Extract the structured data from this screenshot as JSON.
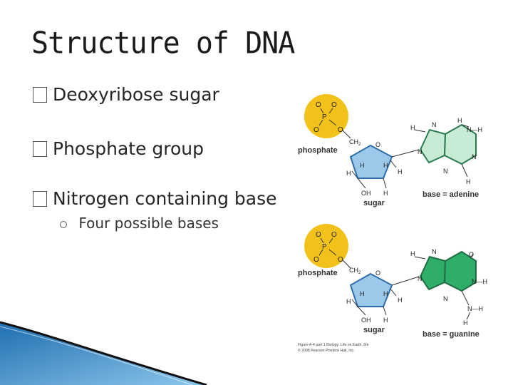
{
  "slide": {
    "title": "Structure of DNA",
    "bullets": [
      {
        "label": "Deoxyribose sugar"
      },
      {
        "label": "Phosphate group"
      },
      {
        "label": "Nitrogen containing base"
      }
    ],
    "sub_bullet": "Four possible bases"
  },
  "figure": {
    "phosphate_label": "phosphate",
    "sugar_label": "sugar",
    "base1_label": "base = adenine",
    "base2_label": "base = guanine",
    "caption_line1": "Figure A-4 part 1  Biology: Life on Earth, 8/e",
    "caption_line2": "© 2008 Pearson Prentice Hall, Inc.",
    "atoms": {
      "P": "P",
      "O": "O",
      "H": "H",
      "N": "N",
      "OH": "OH",
      "CH2": "CH",
      "sub2": "2",
      "NH": "N—H",
      "N_H": "N—H"
    }
  },
  "colors": {
    "phosphate": "#f2c21b",
    "sugar": "#9cc8ea",
    "adenine": "#c8ebd5",
    "guanine": "#2fae69",
    "decor": "#2a7fc0"
  }
}
